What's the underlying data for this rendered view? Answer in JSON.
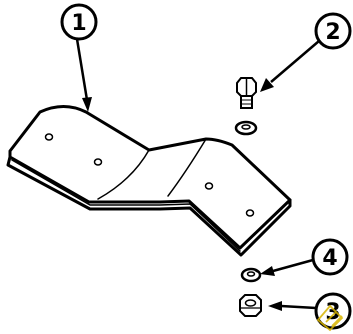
{
  "callouts": {
    "c1": "1",
    "c2": "2",
    "c3": "3",
    "c4": "4"
  },
  "colors": {
    "ink": "#000000",
    "paper": "#ffffff",
    "watermark": "#d8b400"
  }
}
